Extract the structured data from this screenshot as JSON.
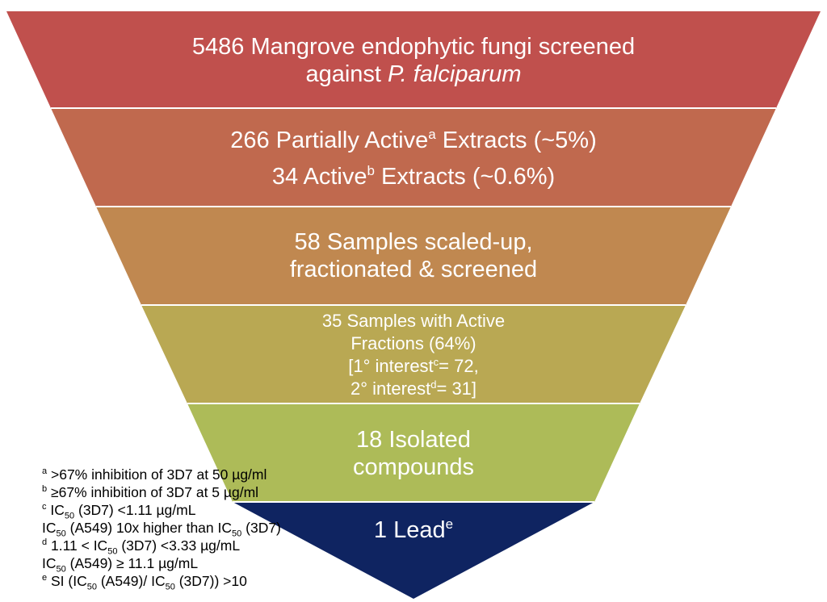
{
  "colors": {
    "layer1": "#c0504d",
    "layer2": "#c0694e",
    "layer3": "#c08850",
    "layer4": "#b9a853",
    "layer5": "#adbb58",
    "layer6": "#0f2461",
    "separator": "#ffffff",
    "text": "#ffffff"
  },
  "funnel": {
    "layer1": {
      "line1": "5486 Mangrove endophytic fungi screened",
      "line2_prefix": "against ",
      "line2_italic": "P. falciparum"
    },
    "layer2": {
      "line1_a": "266 Partially Active",
      "line1_sup": "a",
      "line1_b": " Extracts (~5%)",
      "line2_a": "34 Active",
      "line2_sup": "b",
      "line2_b": " Extracts (~0.6%)"
    },
    "layer3": {
      "line1": "58 Samples scaled-up,",
      "line2": "fractionated & screened"
    },
    "layer4": {
      "line1": "35 Samples with  Active",
      "line2": "Fractions (64%)",
      "line3_a": "[1° interest",
      "line3_sup": "c",
      "line3_b": "= 72,",
      "line4_a": "2° interest",
      "line4_sup": "d",
      "line4_b": "= 31]"
    },
    "layer5": {
      "line1": "18 Isolated",
      "line2": "compounds"
    },
    "layer6": {
      "label": "1 Lead",
      "sup": "e"
    }
  },
  "footnotes": {
    "a": {
      "mark": "a",
      "text": " >67% inhibition of 3D7 at 50 µg/ml"
    },
    "b": {
      "mark": "b",
      "text": " ≥67% inhibition of 3D7 at 5 µg/ml"
    },
    "c1": {
      "mark": "c",
      "ic": " IC",
      "sub": "50",
      "rest": " (3D7) <1.11 µg/mL"
    },
    "c2": {
      "ic": "IC",
      "sub1": "50",
      "mid": " (A549) 10x higher than IC",
      "sub2": "50",
      "rest": " (3D7)"
    },
    "d1": {
      "mark": "d",
      "pre": " 1.11 < IC",
      "sub": "50",
      "rest": " (3D7) <3.33 µg/mL"
    },
    "d2": {
      "ic": "IC",
      "sub": "50",
      "rest": " (A549) ≥ 11.1 µg/mL"
    },
    "e": {
      "mark": "e",
      "pre": " SI (IC",
      "sub1": "50",
      "mid": " (A549)/ IC",
      "sub2": "50",
      "rest": " (3D7)) >10"
    }
  }
}
